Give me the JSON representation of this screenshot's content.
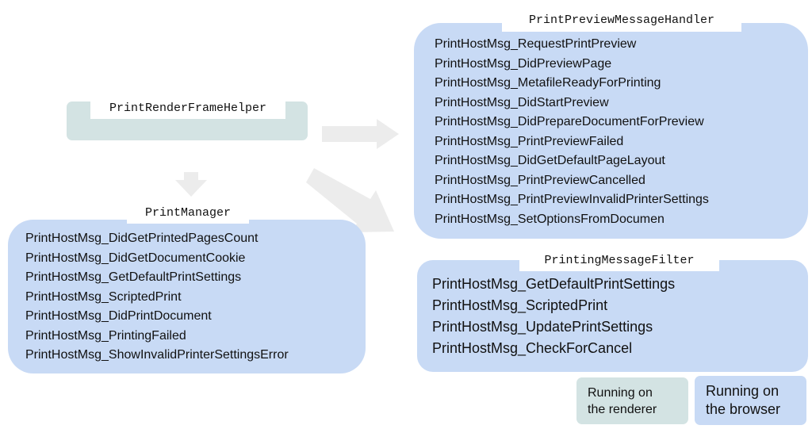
{
  "components": {
    "print_render_frame_helper": {
      "title": "PrintRenderFrameHelper",
      "process": "renderer"
    },
    "print_preview_message_handler": {
      "title": "PrintPreviewMessageHandler",
      "process": "browser",
      "messages": [
        "PrintHostMsg_RequestPrintPreview",
        "PrintHostMsg_DidPreviewPage",
        "PrintHostMsg_MetafileReadyForPrinting",
        "PrintHostMsg_DidStartPreview",
        "PrintHostMsg_DidPrepareDocumentForPreview",
        "PrintHostMsg_PrintPreviewFailed",
        "PrintHostMsg_DidGetDefaultPageLayout",
        "PrintHostMsg_PrintPreviewCancelled",
        "PrintHostMsg_PrintPreviewInvalidPrinterSettings",
        "PrintHostMsg_SetOptionsFromDocumen"
      ]
    },
    "print_manager": {
      "title": "PrintManager",
      "process": "browser",
      "messages": [
        "PrintHostMsg_DidGetPrintedPagesCount",
        "PrintHostMsg_DidGetDocumentCookie",
        "PrintHostMsg_GetDefaultPrintSettings",
        "PrintHostMsg_ScriptedPrint",
        "PrintHostMsg_DidPrintDocument",
        "PrintHostMsg_PrintingFailed",
        "PrintHostMsg_ShowInvalidPrinterSettingsError"
      ]
    },
    "printing_message_filter": {
      "title": "PrintingMessageFilter",
      "process": "browser",
      "messages": [
        "PrintHostMsg_GetDefaultPrintSettings",
        "PrintHostMsg_ScriptedPrint",
        "PrintHostMsg_UpdatePrintSettings",
        "PrintHostMsg_CheckForCancel"
      ]
    }
  },
  "arrows": [
    {
      "from": "print_render_frame_helper",
      "to": "print_preview_message_handler",
      "direction": "right"
    },
    {
      "from": "print_render_frame_helper",
      "to": "print_manager",
      "direction": "down"
    },
    {
      "from": "print_render_frame_helper",
      "to": "printing_message_filter",
      "direction": "down-right"
    }
  ],
  "legend": {
    "renderer": "Running on\nthe renderer",
    "browser": "Running on\nthe browser"
  },
  "colors": {
    "renderer": "#d3e3e3",
    "browser": "#c8daf5",
    "arrow": "#ececec",
    "title_background": "#ffffff"
  }
}
